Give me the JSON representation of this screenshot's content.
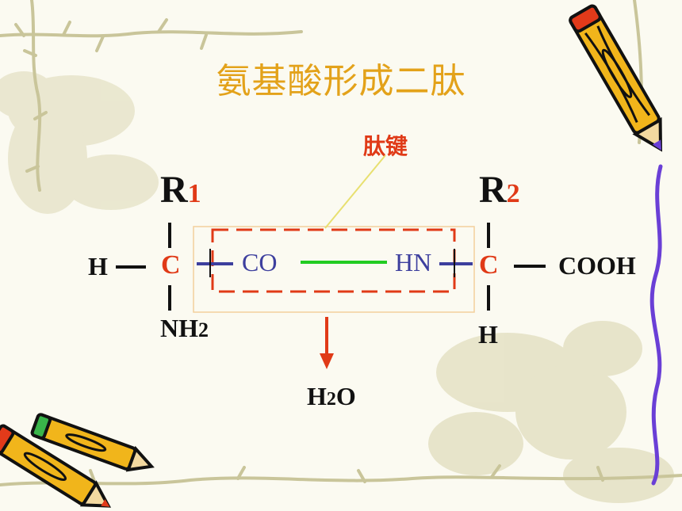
{
  "slide": {
    "title": "氨基酸形成二肽",
    "peptide_bond_label": "肽键",
    "left_r_letter": "R",
    "left_r_index": "1",
    "right_r_letter": "R",
    "right_r_index": "2",
    "left_h": "H",
    "left_c": "C",
    "left_nh_base": "NH",
    "left_nh_index": "2",
    "co_group": "CO",
    "hn_group": "HN",
    "right_c": "C",
    "right_cooh": "COOH",
    "right_h": "H",
    "water_h": "H",
    "water_index": "2",
    "water_o": "O"
  },
  "colors": {
    "title": "#e3a21a",
    "carbon": "#e03a17",
    "index": "#e03a17",
    "groups": "#3d3f9e",
    "bond_line": "#22cc22",
    "dashed_box": "#e03a17",
    "arrow": "#e03a17",
    "pointer_line": "#e8e070",
    "background": "#fbfaf1"
  },
  "icons": [
    "pencil-icon",
    "crossed-pencils-icon"
  ]
}
